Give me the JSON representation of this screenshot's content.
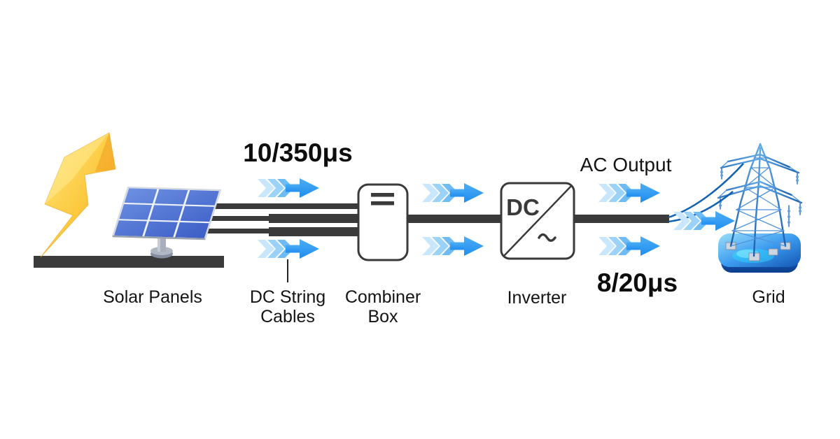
{
  "diagram": {
    "surge_dc_label": "10/350μs",
    "surge_ac_label": "8/20μs",
    "ac_output_label": "AC Output",
    "inverter_dc_symbol": "DC",
    "components": {
      "solar_panels": "Solar Panels",
      "dc_string_cables_line1": "DC String",
      "dc_string_cables_line2": "Cables",
      "combiner_line1": "Combiner",
      "combiner_line2": "Box",
      "inverter": "Inverter",
      "grid": "Grid"
    },
    "icons": {
      "lightning": "lightning-bolt-icon",
      "solar_panel": "solar-panel-icon",
      "combiner_symbol": "double-bar-icon",
      "ac_wave_symbol": "~",
      "grid_tower": "transmission-tower-icon",
      "flow_arrow": "chevron-flow-arrow-icon"
    },
    "colors": {
      "arrow_blue": "#2F9EF1",
      "cable_dark": "#3A3A3A",
      "lightning_yellow": "#FFD44A",
      "panel_blue": "#4A6FD0",
      "tower_blue": "#2E7CD6",
      "background": "#FFFFFF"
    }
  }
}
